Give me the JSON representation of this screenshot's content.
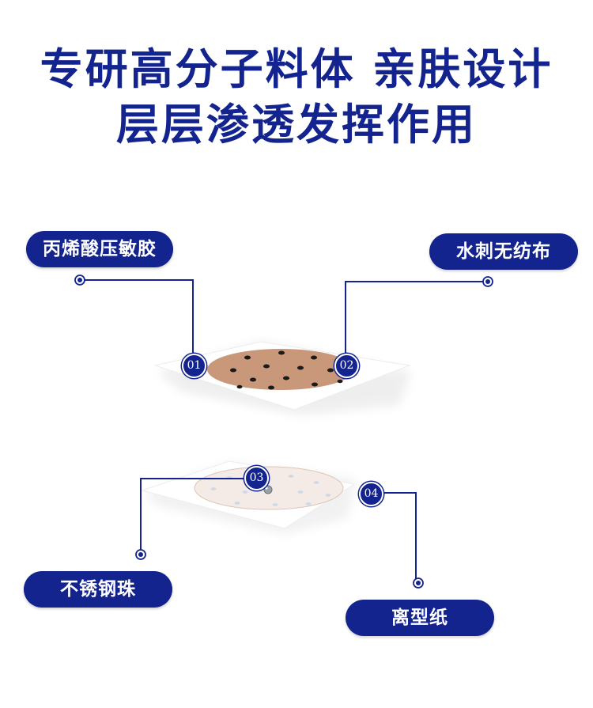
{
  "headline": {
    "line1": "专研高分子料体  亲肤设计",
    "line2": "层层渗透发挥作用"
  },
  "callouts": [
    {
      "number": "01",
      "label": "丙烯酸压敏胶"
    },
    {
      "number": "02",
      "label": "水刺无纺布"
    },
    {
      "number": "03",
      "label": "不锈钢珠"
    },
    {
      "number": "04",
      "label": "离型纸"
    }
  ],
  "colors": {
    "brand_navy": "#14248f",
    "patch_tan": "#c9977a",
    "dots": "#1a1a1a",
    "release_circle": "#f4ebe6"
  }
}
